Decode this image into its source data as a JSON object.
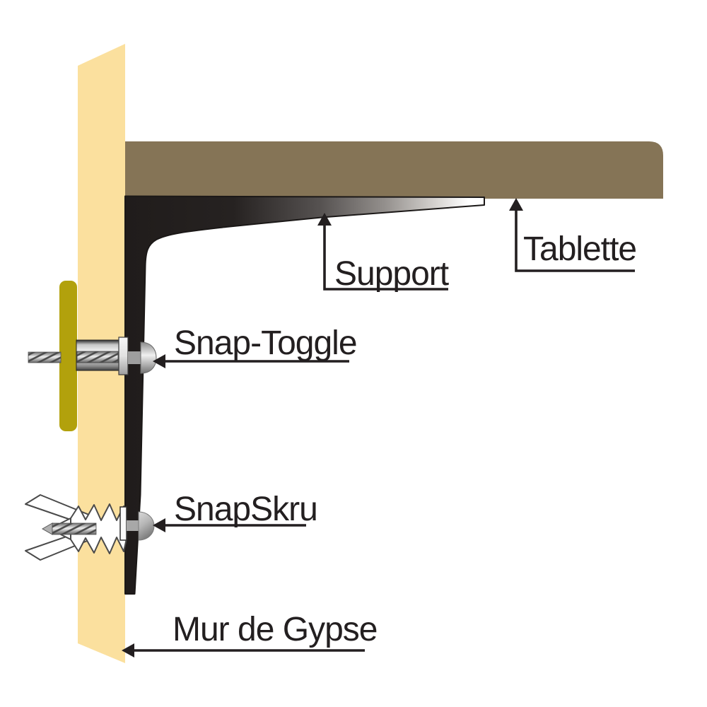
{
  "diagram": {
    "description": "Exploded side-view diagram of a shelf bracket anchored to a gypsum wall",
    "labels": {
      "support": "Support",
      "tablette": "Tablette",
      "snap_toggle": "Snap-Toggle",
      "snapskru": "SnapSkru",
      "mur_de_gypse": "Mur de Gypse"
    },
    "parts": [
      {
        "name": "drywall-panel",
        "label_key": "mur_de_gypse",
        "color": "#FBE09E"
      },
      {
        "name": "shelf-board",
        "label_key": "tablette",
        "color": "#857456"
      },
      {
        "name": "shelf-bracket",
        "label_key": "support",
        "color": "#211D1C"
      },
      {
        "name": "toggle-bar",
        "label_key": "snap_toggle",
        "color": "#B2A10C"
      },
      {
        "name": "snap-toggle-anchor",
        "label_key": "snap_toggle",
        "color": "#C9C9C9"
      },
      {
        "name": "snapskru-anchor",
        "label_key": "snapskru",
        "color": "#FFFFFF"
      }
    ],
    "colors": {
      "background": "#FFFFFF",
      "wall": "#FBE09E",
      "shelf": "#857456",
      "bracket_dark": "#211D1C",
      "bracket_light": "#FFFFFF",
      "toggle_bar": "#B2A10C",
      "annotation": "#231F20"
    }
  }
}
